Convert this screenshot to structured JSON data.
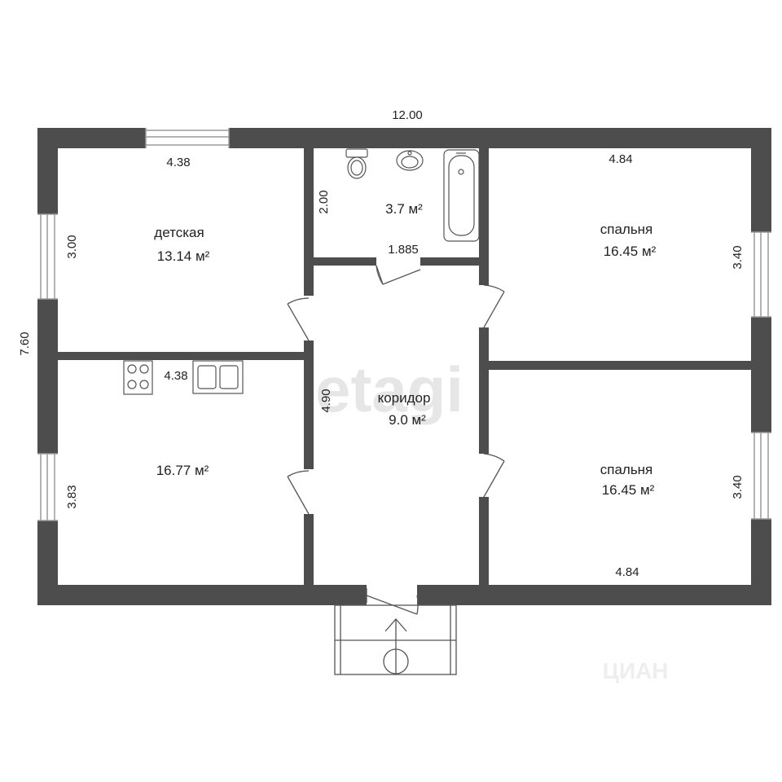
{
  "dimensions": {
    "overall_width": "12.00",
    "overall_height": "7.60",
    "nursery_width": "4.38",
    "nursery_height": "3.00",
    "bath_height": "2.00",
    "bath_door_width": "1.885",
    "kitchen_width": "4.38",
    "kitchen_height": "3.83",
    "corridor_length": "4.90",
    "bedroom_top_width": "4.84",
    "bedroom_top_height": "3.40",
    "bedroom_bottom_height": "3.40",
    "bedroom_bottom_width": "4.84"
  },
  "rooms": {
    "nursery": {
      "name": "детская",
      "area": "13.14 м²"
    },
    "bathroom": {
      "area": "3.7 м²"
    },
    "bedroom_1": {
      "name": "спальня",
      "area": "16.45 м²"
    },
    "kitchen": {
      "area": "16.77 м²"
    },
    "corridor": {
      "name": "коридор",
      "area": "9.0 м²"
    },
    "bedroom_2": {
      "name": "спальня",
      "area": "16.45 м²"
    }
  },
  "watermarks": {
    "main": "etagi",
    "corner": "ЦИАН"
  },
  "colors": {
    "wall": "#4d4d4d",
    "window_line": "#9a9a9a",
    "text": "#222222"
  }
}
